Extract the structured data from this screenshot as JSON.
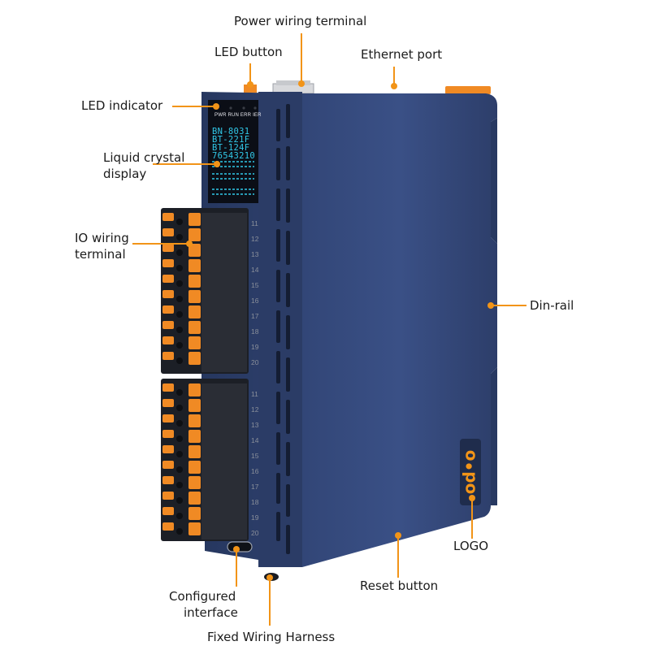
{
  "callouts": {
    "power_wiring_terminal": "Power wiring terminal",
    "led_button": "LED button",
    "ethernet_port": "Ethernet port",
    "led_indicator": "LED indicator",
    "liquid_crystal_display_line1": "Liquid crystal",
    "liquid_crystal_display_line2": "display",
    "io_wiring_terminal_line1": "IO wiring",
    "io_wiring_terminal_line2": "terminal",
    "din_rail": "Din-rail",
    "logo": "LOGO",
    "configured_interface_line1": "Configured",
    "configured_interface_line2": "interface",
    "reset_button": "Reset button",
    "fixed_wiring_harness": "Fixed Wiring Harness"
  },
  "led_labels": "PWR RUN ERR IER",
  "lcd_lines": [
    "BN-8031",
    "BT-221F",
    "BT-124F",
    "76543210"
  ],
  "terminal_numbers": [
    "11",
    "12",
    "13",
    "14",
    "15",
    "16",
    "17",
    "18",
    "19",
    "20"
  ],
  "colors": {
    "housing": "#2e3f6b",
    "housing_side": "#354a7a",
    "terminal_orange": "#f08a24",
    "callout_orange": "#f29418",
    "lcd_text": "#31c8e8"
  }
}
